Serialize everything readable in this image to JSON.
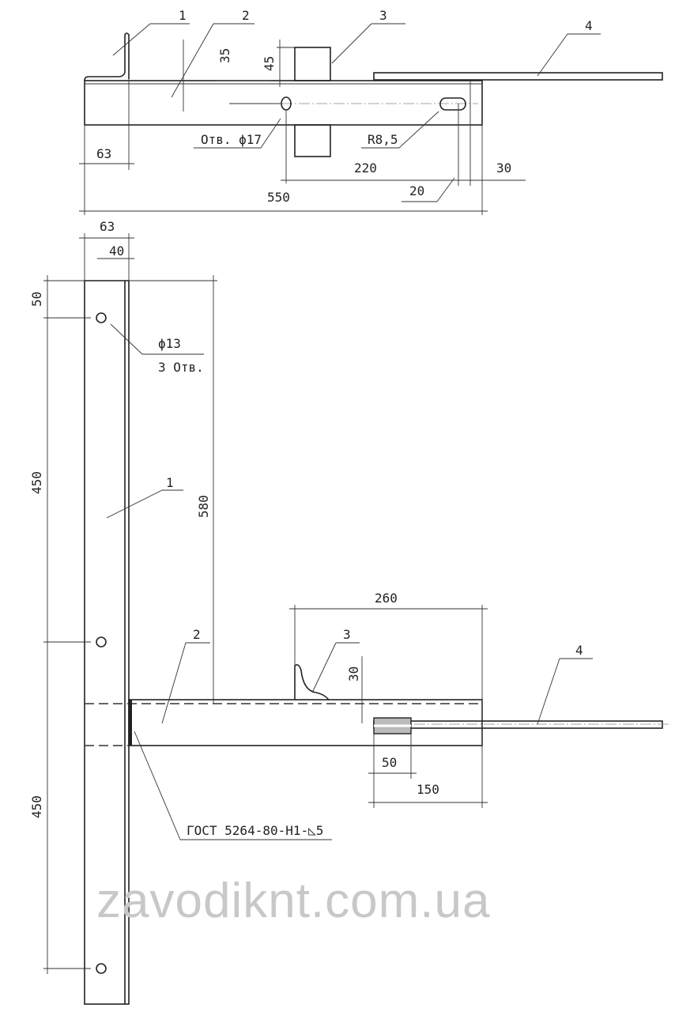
{
  "top_view": {
    "callouts": [
      "1",
      "2",
      "3",
      "4"
    ],
    "dims": {
      "d63": "63",
      "d35": "35",
      "d45": "45",
      "d220": "220",
      "d30": "30",
      "d20": "20",
      "d550": "550"
    },
    "hole_note": "Отв. ϕ17",
    "slot_note": "R8,5"
  },
  "side_view": {
    "callouts": [
      "1",
      "2",
      "3",
      "4"
    ],
    "dims": {
      "d63": "63",
      "d40": "40",
      "d50": "50",
      "d450a": "450",
      "d450b": "450",
      "d580": "580",
      "d260": "260",
      "d30": "30",
      "d50b": "50",
      "d150": "150"
    },
    "hole_note": "ϕ13",
    "hole_count": "3 Отв.",
    "weld_note": "ГОСТ 5264-80-Н1-◺5"
  },
  "watermark": "zavodiknt.com.ua"
}
